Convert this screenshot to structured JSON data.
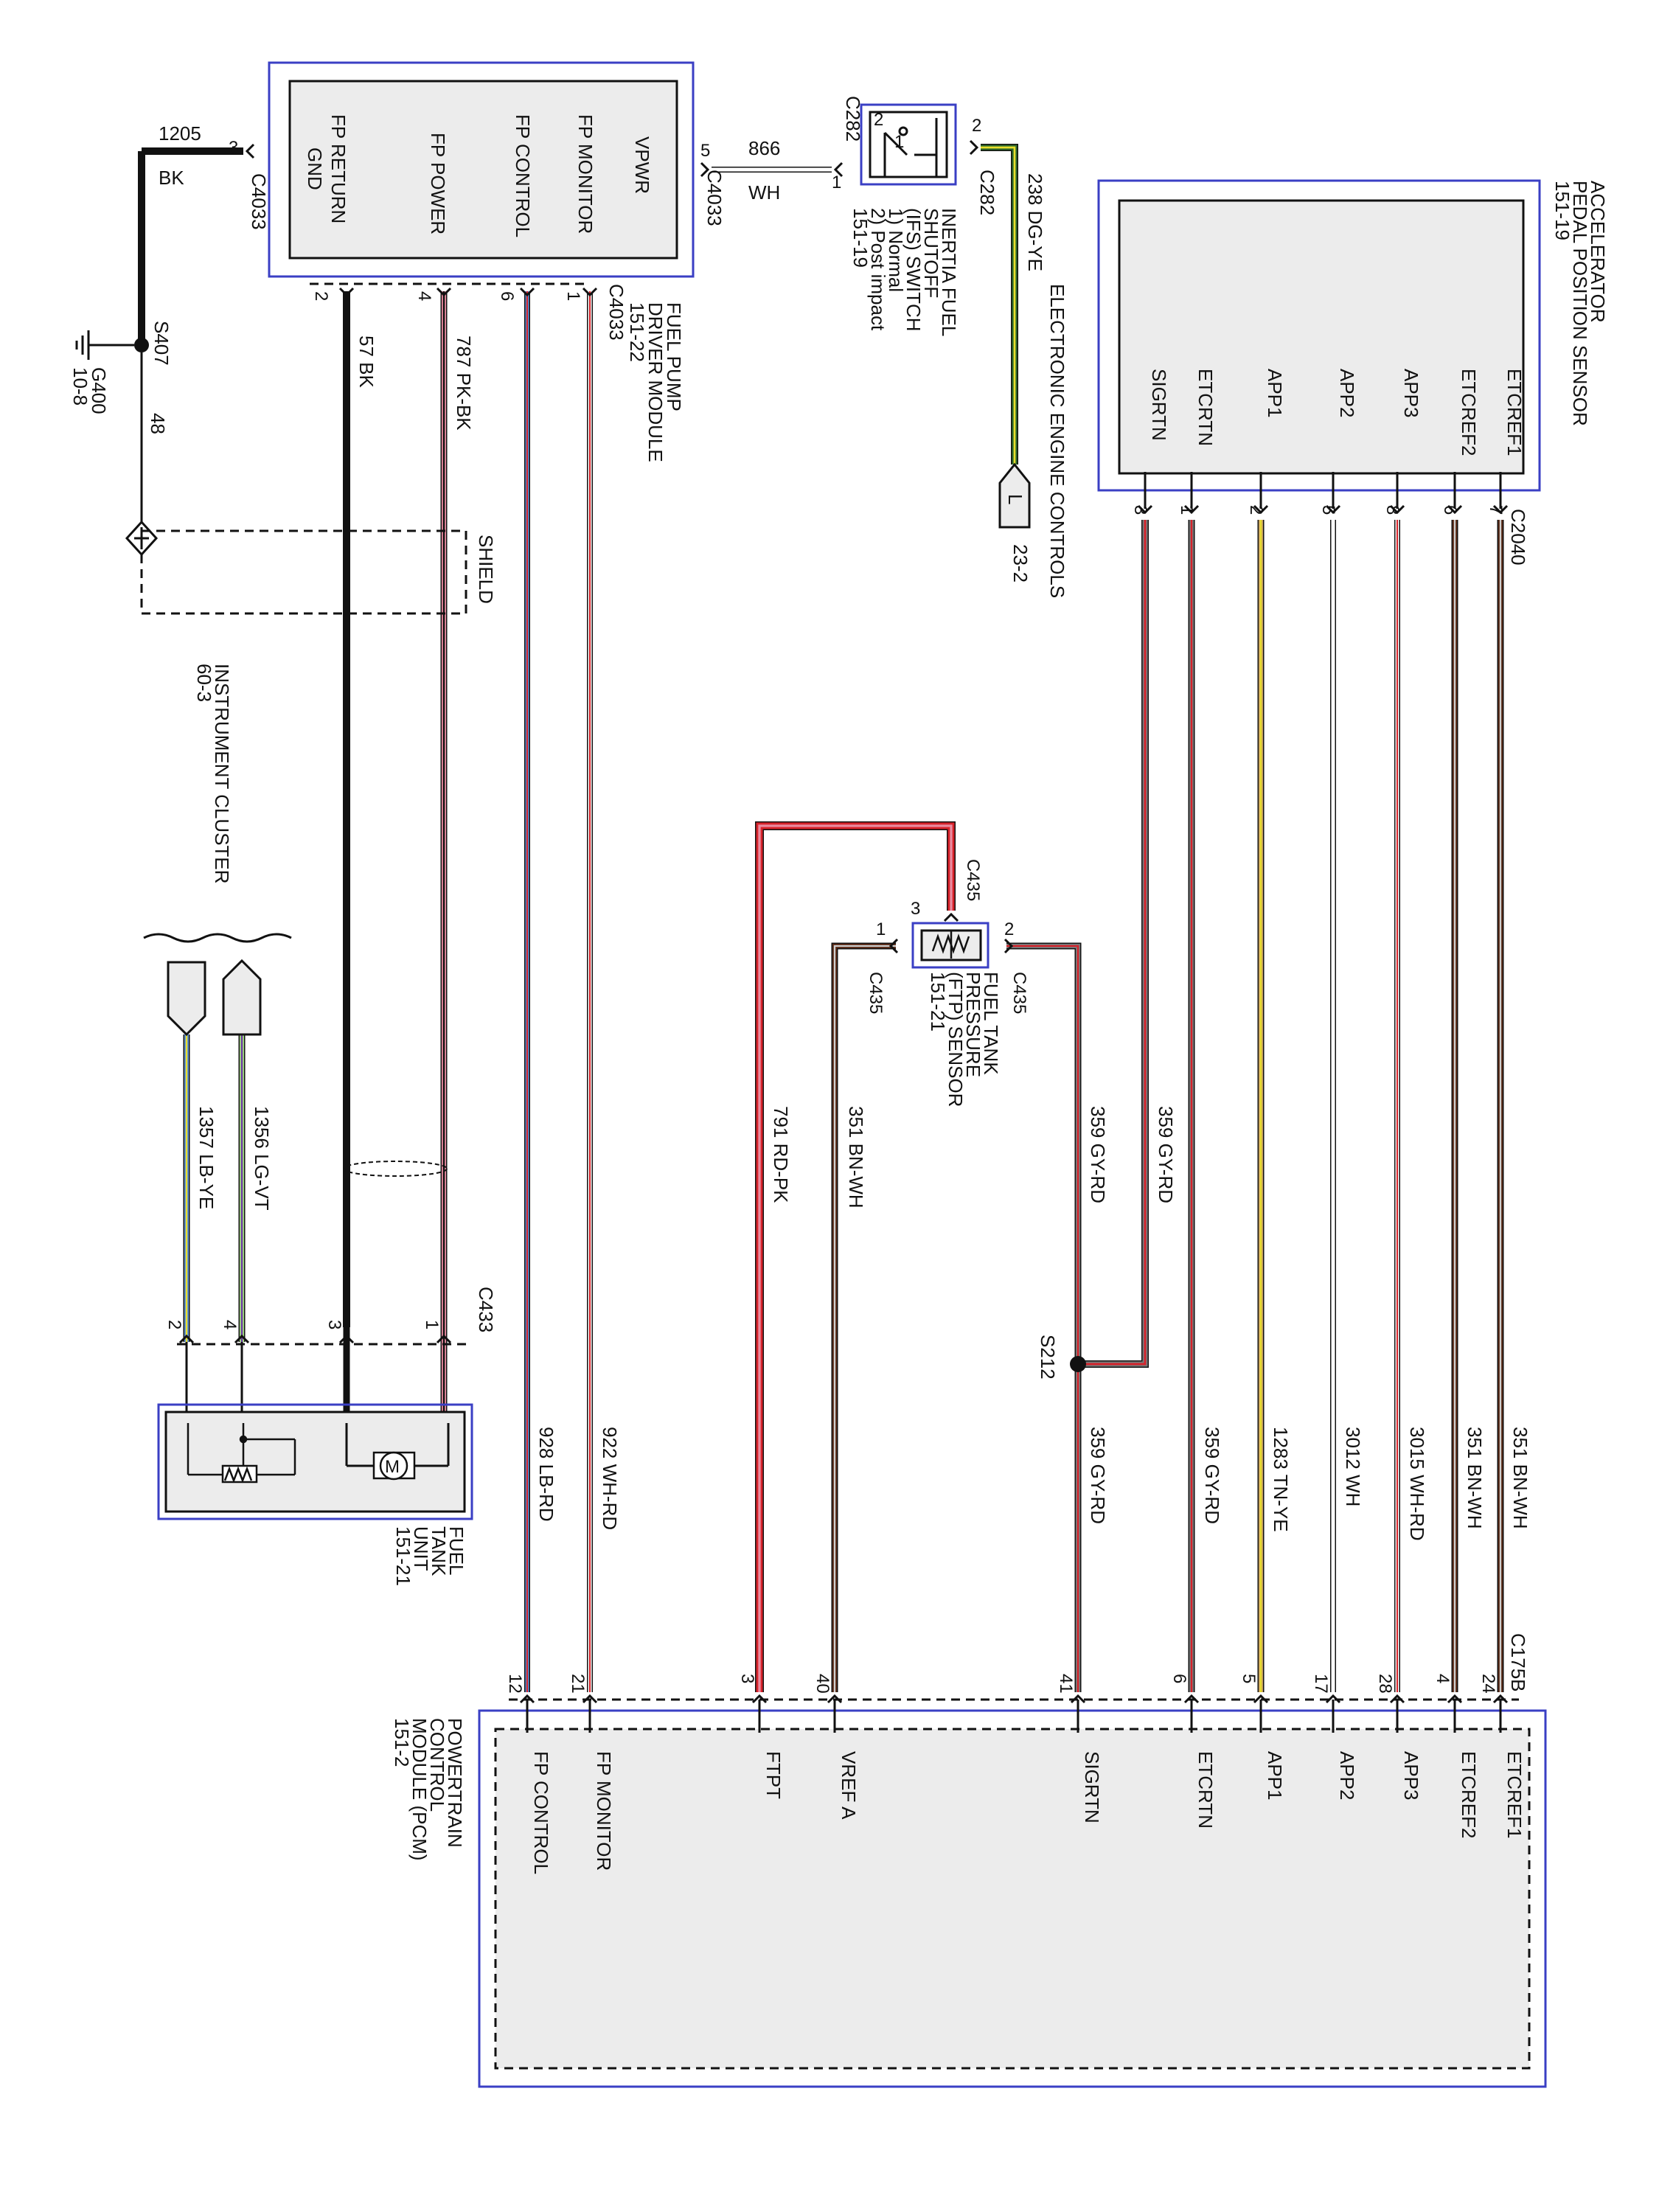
{
  "colors": {
    "BK": "#111111",
    "PK": "#e98ba0",
    "LB": "#5b8fd6",
    "WH": "#cfcfcf",
    "RD": "#d8222a",
    "BN": "#5a2a16",
    "GY": "#7a7a7a",
    "YE": "#e9df2c",
    "DG": "#2f6b2c",
    "TN": "#c9a35c",
    "LG": "#9fdd7b",
    "VT": "#6f3aa8",
    "box": "#3a3fc4"
  },
  "modules": {
    "fpdm": {
      "pins": [
        "VPWR",
        "FP MONITOR",
        "FP CONTROL",
        "FP POWER",
        "FP RETURN",
        "GND"
      ],
      "name_lines": [
        "FUEL PUMP",
        "DRIVER MODULE",
        "151-22"
      ],
      "connector": "C4033",
      "connector_left": "C4033",
      "connector_right": "C4033",
      "pin_numbers": {
        "vpwr": "5",
        "gnd": "3",
        "monitor": "1",
        "control": "6",
        "power": "4",
        "return": "2"
      }
    },
    "inertia": {
      "name_lines": [
        "INERTIA FUEL",
        "SHUTOFF",
        "(IFS) SWITCH",
        "1) Normal",
        "2) Post impact",
        "151-19"
      ],
      "connector": "C282",
      "connector_top": "C282",
      "pins": {
        "in": "1",
        "out": "2"
      },
      "switch_pins": {
        "p1": "1",
        "p2": "2"
      }
    },
    "eec": {
      "name": "ELECTRONIC ENGINE CONTROLS",
      "ref": "23-2",
      "letter": "L"
    },
    "apps": {
      "name_lines": [
        "ACCELERATOR",
        "PEDAL POSITION SENSOR",
        "151-19"
      ],
      "connector": "C2040",
      "pins": [
        "ETCREF1",
        "ETCREF2",
        "APP3",
        "APP2",
        "APP1",
        "ETCRTN",
        "SIGRTN"
      ],
      "pin_numbers": [
        "7",
        "6",
        "8",
        "5",
        "2",
        "1",
        "3"
      ]
    },
    "ftp": {
      "name_lines": [
        "FUEL TANK",
        "PRESSURE",
        "(FTP) SENSOR",
        "151-21"
      ],
      "connector": "C435",
      "connector_top": "C435",
      "connector_left": "C435",
      "connector_right": "C435",
      "pins": {
        "signal": "3",
        "left": "1",
        "right": "2"
      }
    },
    "ftu": {
      "name_lines": [
        "FUEL",
        "TANK",
        "UNIT",
        "151-21"
      ],
      "connector": "C433",
      "pin_numbers": [
        "1",
        "3",
        "4",
        "2"
      ]
    },
    "cluster": {
      "name": "INSTRUMENT CLUSTER",
      "ref": "60-3"
    },
    "pcm": {
      "name_lines": [
        "POWERTRAIN",
        "CONTROL",
        "MODULE (PCM)",
        "151-2"
      ],
      "connector": "C175B",
      "pins": [
        "ETCREF1",
        "ETCREF2",
        "APP3",
        "APP2",
        "APP1",
        "ETCRTN",
        "SIGRTN",
        "VREF A",
        "FTPT",
        "FP MONITOR",
        "FP CONTROL"
      ],
      "pin_numbers": [
        "24",
        "4",
        "28",
        "17",
        "5",
        "6",
        "41",
        "40",
        "3",
        "21",
        "12"
      ]
    }
  },
  "ground": {
    "splice": "S407",
    "ground": "G400",
    "ground_ref": "10-8",
    "shield": "SHIELD",
    "shield_circuit": "48"
  },
  "splice_s212": "S212",
  "wires": [
    {
      "id": "w1205",
      "circuit": "1205",
      "color": "BK"
    },
    {
      "id": "w866",
      "circuit": "866",
      "color": "WH"
    },
    {
      "id": "w238",
      "circuit": "238",
      "color": "DG-YE"
    },
    {
      "id": "w57",
      "circuit": "57",
      "color": "BK"
    },
    {
      "id": "w787",
      "circuit": "787",
      "color": "PK-BK"
    },
    {
      "id": "w928",
      "circuit": "928",
      "color": "LB-RD"
    },
    {
      "id": "w922",
      "circuit": "922",
      "color": "WH-RD"
    },
    {
      "id": "w791",
      "circuit": "791",
      "color": "RD-PK"
    },
    {
      "id": "w351f",
      "circuit": "351",
      "color": "BN-WH"
    },
    {
      "id": "w359f",
      "circuit": "359",
      "color": "GY-RD"
    },
    {
      "id": "w359a",
      "circuit": "359",
      "color": "GY-RD"
    },
    {
      "id": "w359p",
      "circuit": "359",
      "color": "GY-RD"
    },
    {
      "id": "w359e",
      "circuit": "359",
      "color": "GY-RD"
    },
    {
      "id": "w1283",
      "circuit": "1283",
      "color": "TN-YE"
    },
    {
      "id": "w3012",
      "circuit": "3012",
      "color": "WH"
    },
    {
      "id": "w3015",
      "circuit": "3015",
      "color": "WH-RD"
    },
    {
      "id": "w351b",
      "circuit": "351",
      "color": "BN-WH"
    },
    {
      "id": "w351a",
      "circuit": "351",
      "color": "BN-WH"
    },
    {
      "id": "w1356",
      "circuit": "1356",
      "color": "LG-VT"
    },
    {
      "id": "w1357",
      "circuit": "1357",
      "color": "LB-YE"
    }
  ]
}
